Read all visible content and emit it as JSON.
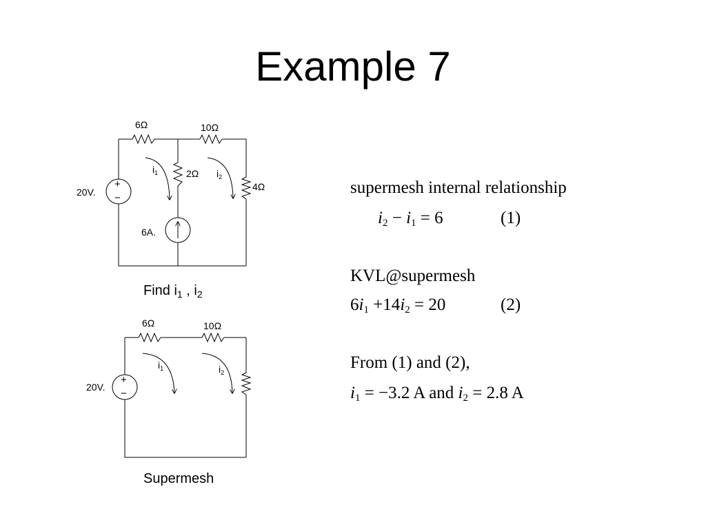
{
  "slide": {
    "title": "Example 7"
  },
  "circuit1": {
    "r_top_left": "6Ω",
    "r_top_right": "10Ω",
    "r_middle": "2Ω",
    "r_right": "4Ω",
    "voltage_source": "20V.",
    "current_source": "6A.",
    "source_plus": "+",
    "source_minus": "−",
    "mesh1_label": "i",
    "mesh1_sub": "1",
    "mesh2_label": "i",
    "mesh2_sub": "2",
    "caption_prefix": "Find i",
    "caption_sub1": "1",
    "caption_mid": " , i",
    "caption_sub2": "2"
  },
  "circuit2": {
    "r_top_left": "6Ω",
    "r_top_right": "10Ω",
    "voltage_source": "20V.",
    "source_plus": "+",
    "source_minus": "−",
    "mesh1_label": "i",
    "mesh1_sub": "1",
    "mesh2_label": "i",
    "mesh2_sub": "2",
    "caption": "Supermesh"
  },
  "equations": {
    "heading1": "supermesh internal relationship",
    "eq1": {
      "var_a": "i",
      "sub_a": "2",
      "op": " − ",
      "var_b": "i",
      "sub_b": "1",
      "rhs": " = 6",
      "tag": "(1)"
    },
    "heading2": "KVL@supermesh",
    "eq2": {
      "coef_a": "6",
      "var_a": "i",
      "sub_a": "1",
      "coef_b": " +14",
      "var_b": "i",
      "sub_b": "2",
      "rhs": " = 20",
      "tag": "(2)"
    },
    "heading3": "From (1) and (2),",
    "result": {
      "var_a": "i",
      "sub_a": "1",
      "val_a": " = −3.2 A and ",
      "var_b": "i",
      "sub_b": "2",
      "val_b": " = 2.8 A"
    }
  }
}
